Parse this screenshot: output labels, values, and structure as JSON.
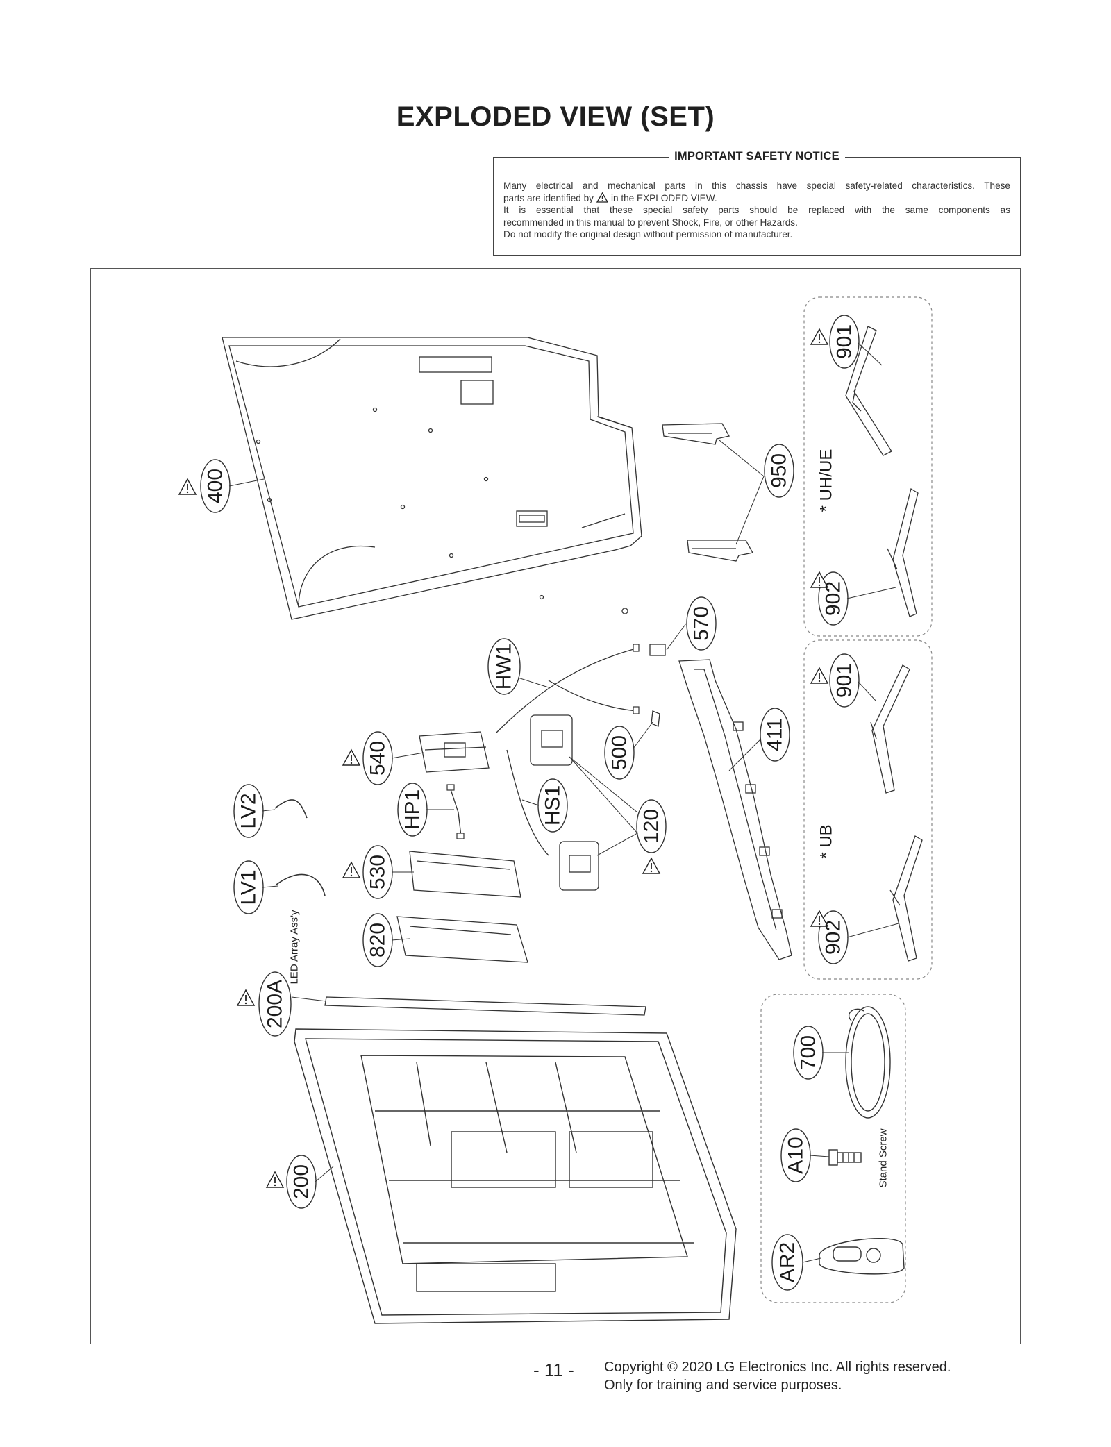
{
  "page": {
    "title": "EXPLODED VIEW (SET)",
    "page_number": "- 11 -",
    "copyright_line1": "Copyright © 2020 LG Electronics Inc. All rights reserved.",
    "copyright_line2": "Only for training and service purposes."
  },
  "notice": {
    "heading": "IMPORTANT SAFETY NOTICE",
    "line1": "Many electrical and mechanical parts in this chassis have special safety-related characteristics. These",
    "line2a": "parts are identified by",
    "line2b": "in the EXPLODED VIEW.",
    "line3": "It is essential that these special safety parts should be replaced with the same components as",
    "line4": "recommended in this manual to prevent Shock, Fire, or other Hazards.",
    "line5": "Do not modify the original design without permission of manufacturer."
  },
  "callouts": {
    "c400": "400",
    "c950": "950",
    "c901a": "901",
    "c902a": "902",
    "c570": "570",
    "cHW1": "HW1",
    "c411": "411",
    "c901b": "901",
    "c540": "540",
    "c500": "500",
    "cHP1": "HP1",
    "cHS1": "HS1",
    "c120": "120",
    "cLV2": "LV2",
    "cLV1": "LV1",
    "c530": "530",
    "c820": "820",
    "c902b": "902",
    "c200A": "200A",
    "c700": "700",
    "cA10": "A10",
    "c200": "200",
    "cAR2": "AR2"
  },
  "labels": {
    "group_uhue": "* UH/UE",
    "group_ub": "* UB",
    "led_array": "LED Array Ass'y",
    "stand_screw": "Stand Screw"
  },
  "colors": {
    "line": "#333333",
    "ink": "#1a1a1a",
    "frame": "#555555"
  },
  "icons": {
    "safety": "warning-triangle-icon"
  }
}
